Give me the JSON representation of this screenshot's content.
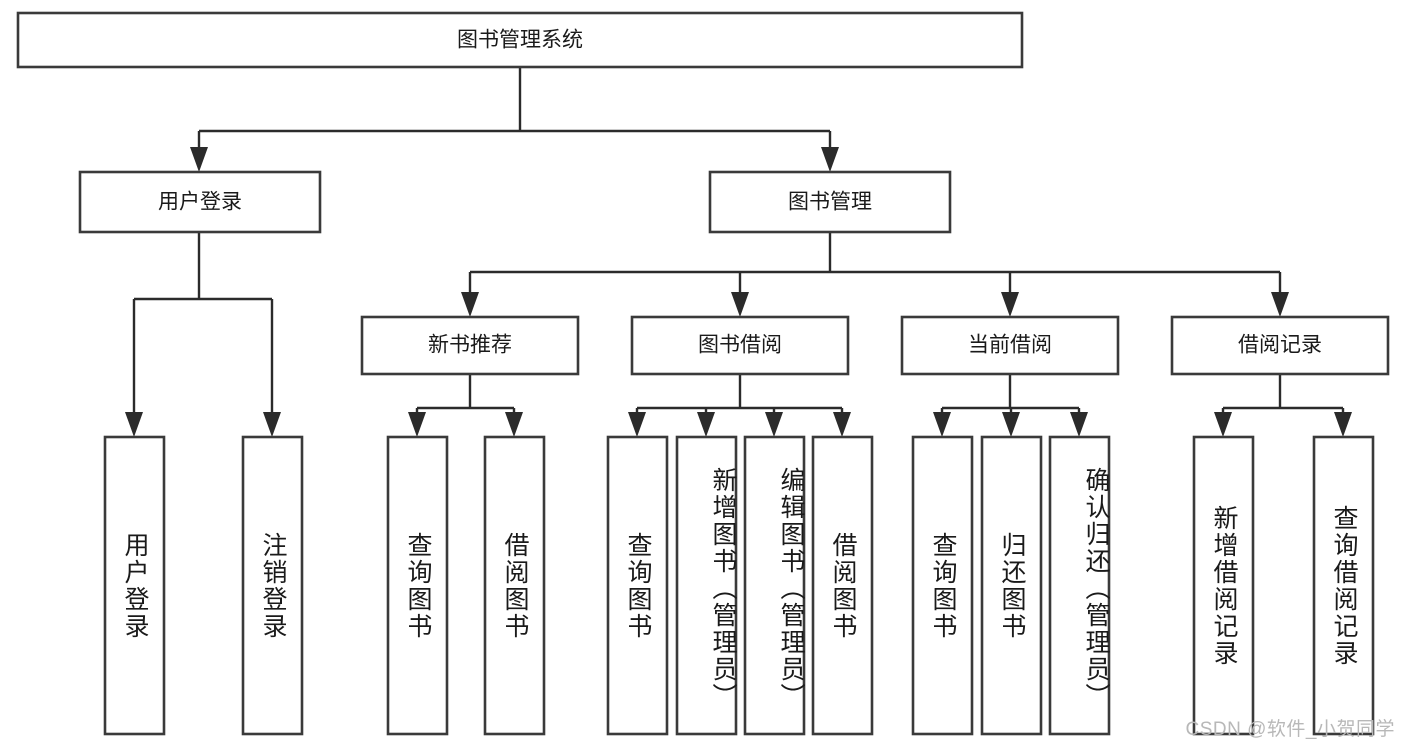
{
  "diagram": {
    "type": "tree-hierarchy",
    "title": "图书管理系统",
    "watermark": "CSDN @软件_小贺同学",
    "colors": {
      "box_stroke": "#3a3a3a",
      "box_fill": "#ffffff",
      "edge": "#2b2b2b",
      "text": "#1a1a1a",
      "watermark": "#b8b8b8",
      "background": "#ffffff"
    },
    "levels": {
      "root": {
        "label": "图书管理系统",
        "orientation": "horizontal"
      },
      "level2": [
        {
          "label": "用户登录",
          "orientation": "horizontal"
        },
        {
          "label": "图书管理",
          "orientation": "horizontal"
        }
      ],
      "level3": [
        {
          "label": "新书推荐",
          "orientation": "horizontal",
          "parent": "图书管理"
        },
        {
          "label": "图书借阅",
          "orientation": "horizontal",
          "parent": "图书管理"
        },
        {
          "label": "当前借阅",
          "orientation": "horizontal",
          "parent": "图书管理"
        },
        {
          "label": "借阅记录",
          "orientation": "horizontal",
          "parent": "图书管理"
        }
      ],
      "leaves": [
        {
          "label": "用户登录",
          "orientation": "vertical",
          "parent": "用户登录"
        },
        {
          "label": "注销登录",
          "orientation": "vertical",
          "parent": "用户登录"
        },
        {
          "label": "查询图书",
          "orientation": "vertical",
          "parent": "新书推荐"
        },
        {
          "label": "借阅图书",
          "orientation": "vertical",
          "parent": "新书推荐"
        },
        {
          "label": "查询图书",
          "orientation": "vertical",
          "parent": "图书借阅"
        },
        {
          "label": "新增图书（管理员）",
          "orientation": "vertical",
          "parent": "图书借阅"
        },
        {
          "label": "编辑图书（管理员）",
          "orientation": "vertical",
          "parent": "图书借阅"
        },
        {
          "label": "借阅图书",
          "orientation": "vertical",
          "parent": "图书借阅"
        },
        {
          "label": "查询图书",
          "orientation": "vertical",
          "parent": "当前借阅"
        },
        {
          "label": "归还图书",
          "orientation": "vertical",
          "parent": "当前借阅"
        },
        {
          "label": "确认归还（管理员）",
          "orientation": "vertical",
          "parent": "当前借阅"
        },
        {
          "label": "新增借阅记录",
          "orientation": "vertical",
          "parent": "借阅记录"
        },
        {
          "label": "查询借阅记录",
          "orientation": "vertical",
          "parent": "借阅记录"
        }
      ]
    }
  }
}
